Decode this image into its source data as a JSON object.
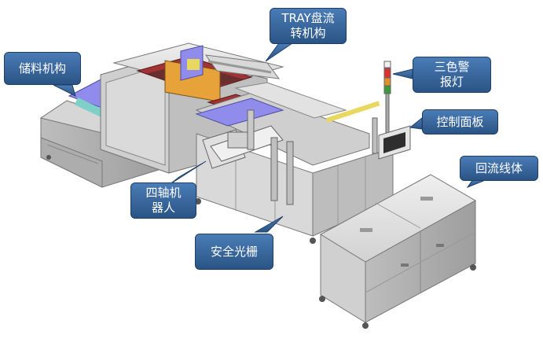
{
  "callouts": {
    "storage": "储料机构",
    "tray_flow": "TRAY盘流\n转机构",
    "warning_light": "三色警\n报灯",
    "control_panel": "控制面板",
    "robot": "四轴机\n器人",
    "light_curtain": "安全光栅",
    "return_line": "回流线体"
  },
  "colors": {
    "callout_fill": "#2F5C8E",
    "callout_fill_light": "#4A7CB6",
    "callout_border": "#1F3F66",
    "frame_gray": "#C8C8C8",
    "tray_purple": "#8F8CEB",
    "tray_orange": "#E8A23A",
    "tray_red": "#B03030",
    "light_red": "#D93030",
    "light_orange": "#E0902A",
    "light_green": "#3A9A3A",
    "rail_yellow": "#E8D860"
  }
}
